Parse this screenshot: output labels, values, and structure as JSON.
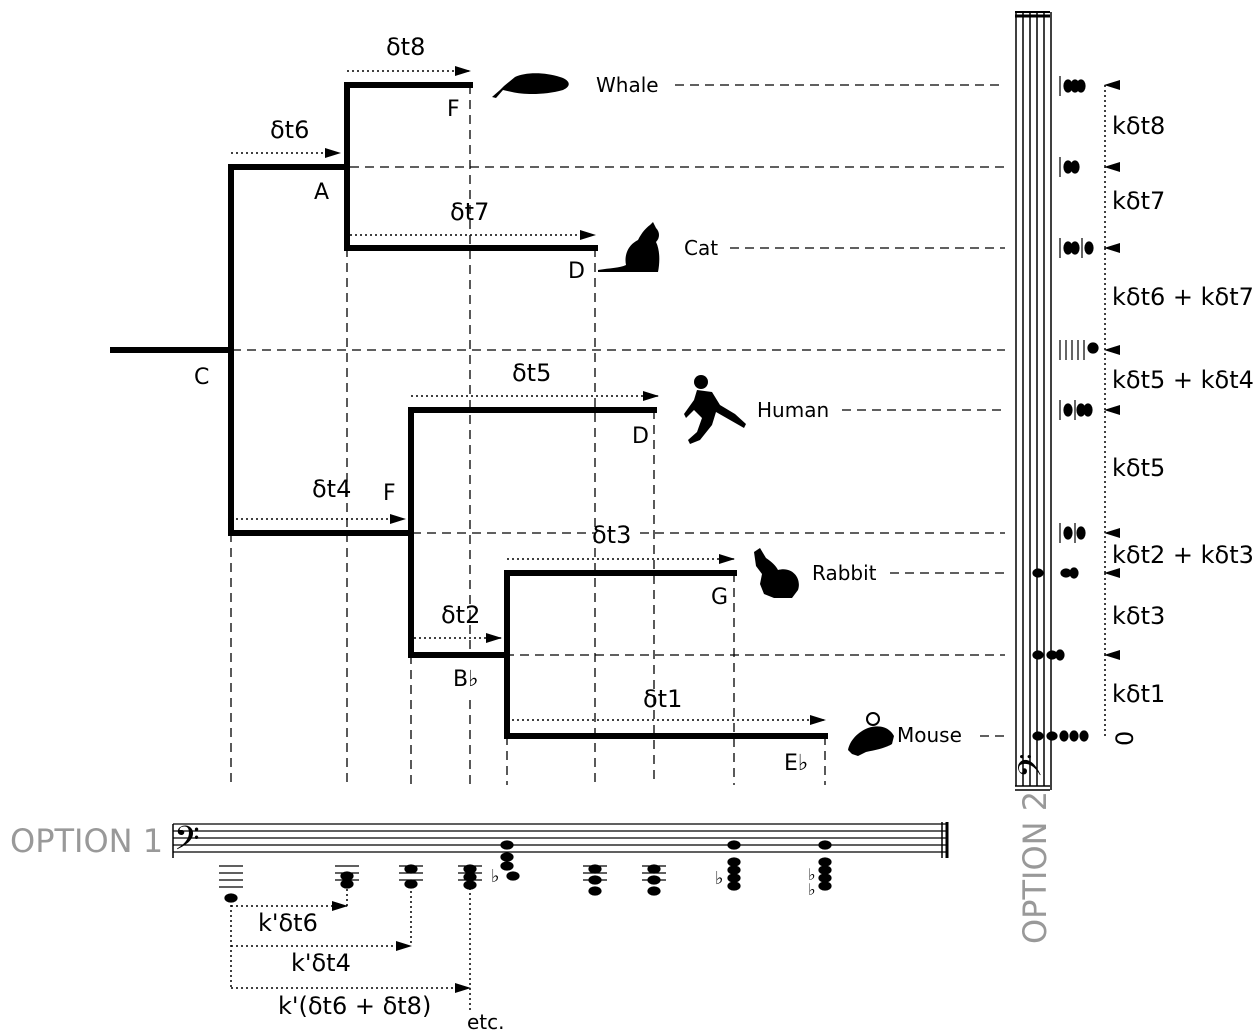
{
  "nodes": {
    "root": "C",
    "whale_cat": "A",
    "whale": "F",
    "cat": "D",
    "primates_rodents": "F",
    "human": "D",
    "rodents": "B♭",
    "rabbit": "G",
    "mouse": "E♭"
  },
  "animals": {
    "whale": "Whale",
    "cat": "Cat",
    "human": "Human",
    "rabbit": "Rabbit",
    "mouse": "Mouse"
  },
  "branch_labels": {
    "dt8": "δt8",
    "dt6": "δt6",
    "dt7": "δt7",
    "dt5": "δt5",
    "dt4": "δt4",
    "dt3": "δt3",
    "dt2": "δt2",
    "dt1": "δt1"
  },
  "option1": {
    "label": "OPTION 1",
    "intervals": [
      "k'δt6",
      "k'δt4",
      "k'(δt6 + δt8)"
    ],
    "etc": "etc."
  },
  "option2": {
    "label": "OPTION 2",
    "intervals": [
      "kδt8",
      "kδt7",
      "kδt6 + kδt7",
      "kδt5 + kδt4",
      "kδt5",
      "kδt2 + kδt3",
      "kδt3",
      "kδt1",
      "0"
    ]
  }
}
